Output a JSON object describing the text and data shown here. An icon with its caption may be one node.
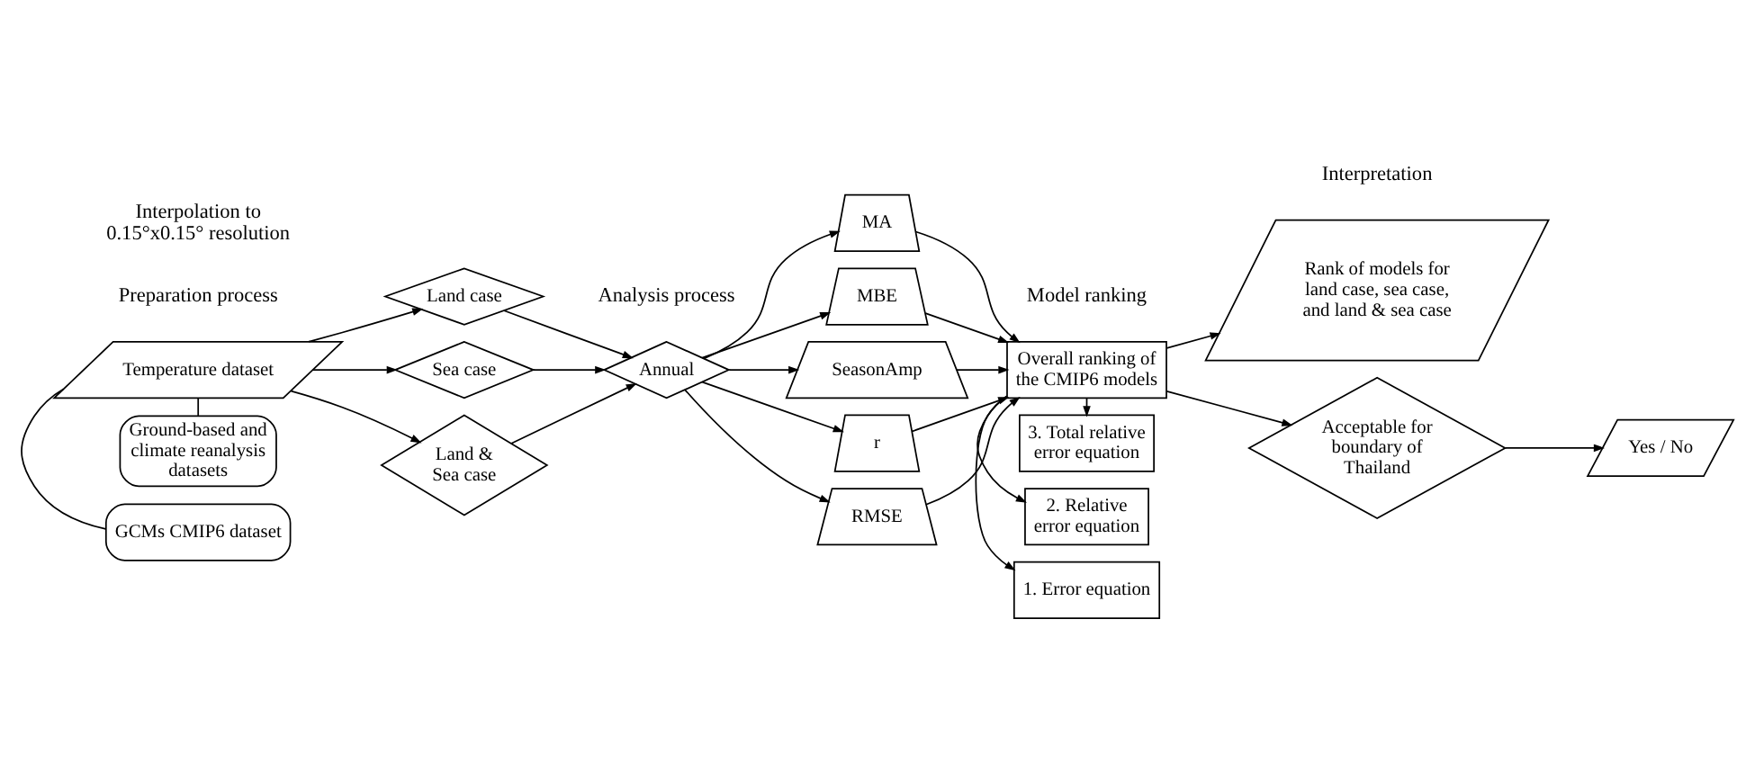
{
  "diagram": {
    "nodes": [
      {
        "text": [
          "Temperature dataset"
        ]
      },
      {
        "text": [
          "GCMs CMIP6 dataset"
        ]
      },
      {
        "text": [
          "Ground-based and climate reanalysis datasets"
        ]
      },
      {
        "text": [
          "Land case"
        ]
      },
      {
        "text": [
          "Sea case"
        ]
      },
      {
        "text": [
          "Land & Sea case"
        ]
      },
      {
        "text": [
          "Annual"
        ]
      },
      {
        "text": [
          "MA"
        ]
      },
      {
        "text": [
          "MBE"
        ]
      },
      {
        "text": [
          "SeasonAmp"
        ]
      },
      {
        "text": [
          "r"
        ]
      },
      {
        "text": [
          "RMSE"
        ]
      },
      {
        "text": [
          "Overall ranking of the CMIP6 models"
        ]
      },
      {
        "text": [
          "1. Error equation"
        ]
      },
      {
        "text": [
          "2. Relative error equation"
        ]
      },
      {
        "text": [
          "3. Total relative error equation"
        ]
      },
      {
        "text": [
          "Rank of models for land case, sea case, and land & sea case"
        ]
      },
      {
        "text": [
          "Acceptable for boundary of Thailand"
        ]
      },
      {
        "text": [
          "Yes / No"
        ]
      }
    ],
    "edges": [
      {
        "from": 0,
        "to": 1,
        "arrow": "none"
      },
      {
        "from": 0,
        "to": 2,
        "arrow": "none"
      },
      {
        "from": 0,
        "to": 3,
        "arrow": "to"
      },
      {
        "from": 0,
        "to": 4,
        "arrow": "to"
      },
      {
        "from": 0,
        "to": 5,
        "arrow": "to"
      },
      {
        "from": 3,
        "to": 6,
        "arrow": "to"
      },
      {
        "from": 4,
        "to": 6,
        "arrow": "to"
      },
      {
        "from": 5,
        "to": 6,
        "arrow": "to"
      },
      {
        "from": 6,
        "to": 7,
        "arrow": "to"
      },
      {
        "from": 6,
        "to": 8,
        "arrow": "to"
      },
      {
        "from": 6,
        "to": 9,
        "arrow": "to"
      },
      {
        "from": 6,
        "to": 10,
        "arrow": "to"
      },
      {
        "from": 6,
        "to": 11,
        "arrow": "to"
      },
      {
        "from": 7,
        "to": 12,
        "arrow": "to"
      },
      {
        "from": 8,
        "to": 12,
        "arrow": "to"
      },
      {
        "from": 9,
        "to": 12,
        "arrow": "to"
      },
      {
        "from": 10,
        "to": 12,
        "arrow": "to"
      },
      {
        "from": 11,
        "to": 12,
        "arrow": "to"
      },
      {
        "from": 12,
        "to": 13,
        "arrow": "to"
      },
      {
        "from": 12,
        "to": 14,
        "arrow": "to"
      },
      {
        "from": 12,
        "to": 15,
        "arrow": "to"
      },
      {
        "from": 12,
        "to": 16,
        "arrow": "to"
      },
      {
        "from": 12,
        "to": 17,
        "arrow": "to"
      },
      {
        "from": 17,
        "to": 18,
        "arrow": "to"
      }
    ],
    "labels": [
      "Preparation process",
      "Analysis process",
      "Model ranking",
      "Interpretation",
      "Interpolation to 0.15°x0.15° resolution"
    ]
  }
}
